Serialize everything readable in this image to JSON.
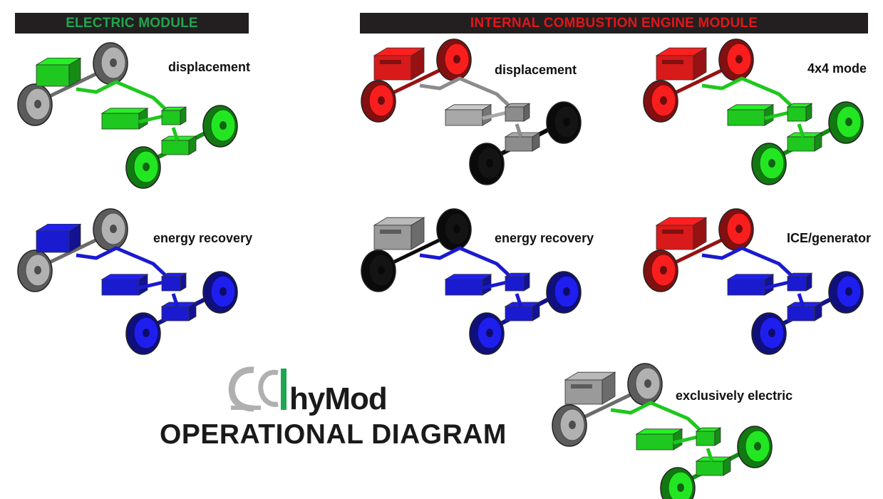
{
  "banners": {
    "electric": "ELECTRIC MODULE",
    "ice": "INTERNAL COMBUSTION ENGINE MODULE"
  },
  "panels": [
    {
      "id": "e-displacement",
      "label": "displacement",
      "colors": {
        "engine": "none",
        "rear": "#9a9a9a",
        "battery": "#1ec81e",
        "motor": "#1ec81e",
        "front": "#1ec81e"
      }
    },
    {
      "id": "e-energy-recovery",
      "label": "energy recovery",
      "colors": {
        "engine": "none",
        "rear": "#9a9a9a",
        "battery": "#1a1ad0",
        "motor": "#1a1ad0",
        "front": "#1a1ad0"
      }
    },
    {
      "id": "i-displacement",
      "label": "displacement",
      "colors": {
        "engine": "#d81a1a",
        "rear": "#d81a1a",
        "battery": "#a8a8a8",
        "motor": "#8c8c8c",
        "front": "#111111"
      }
    },
    {
      "id": "i-4x4",
      "label": "4x4 mode",
      "colors": {
        "engine": "#d81a1a",
        "rear": "#d81a1a",
        "battery": "#1ec81e",
        "motor": "#1ec81e",
        "front": "#1ec81e"
      }
    },
    {
      "id": "i-energy-recovery",
      "label": "energy recovery",
      "colors": {
        "engine": "#9a9a9a",
        "rear": "#111111",
        "battery": "#1a1ad0",
        "motor": "#1a1ad0",
        "front": "#1a1ad0"
      }
    },
    {
      "id": "i-ice-generator",
      "label": "ICE/generator",
      "colors": {
        "engine": "#d81a1a",
        "rear": "#d81a1a",
        "battery": "#1a1ad0",
        "motor": "#1a1ad0",
        "front": "#1a1ad0"
      }
    },
    {
      "id": "i-exclusively-electric",
      "label": "exclusively electric",
      "colors": {
        "engine": "#9a9a9a",
        "rear": "#9a9a9a",
        "battery": "#1ec81e",
        "motor": "#1ec81e",
        "front": "#1ec81e"
      }
    }
  ],
  "brand": {
    "name": "hyMod",
    "subtitle": "OPERATIONAL DIAGRAM",
    "logo_colors": {
      "arc": "#b0b0b0",
      "bar": "#1fa650"
    }
  }
}
